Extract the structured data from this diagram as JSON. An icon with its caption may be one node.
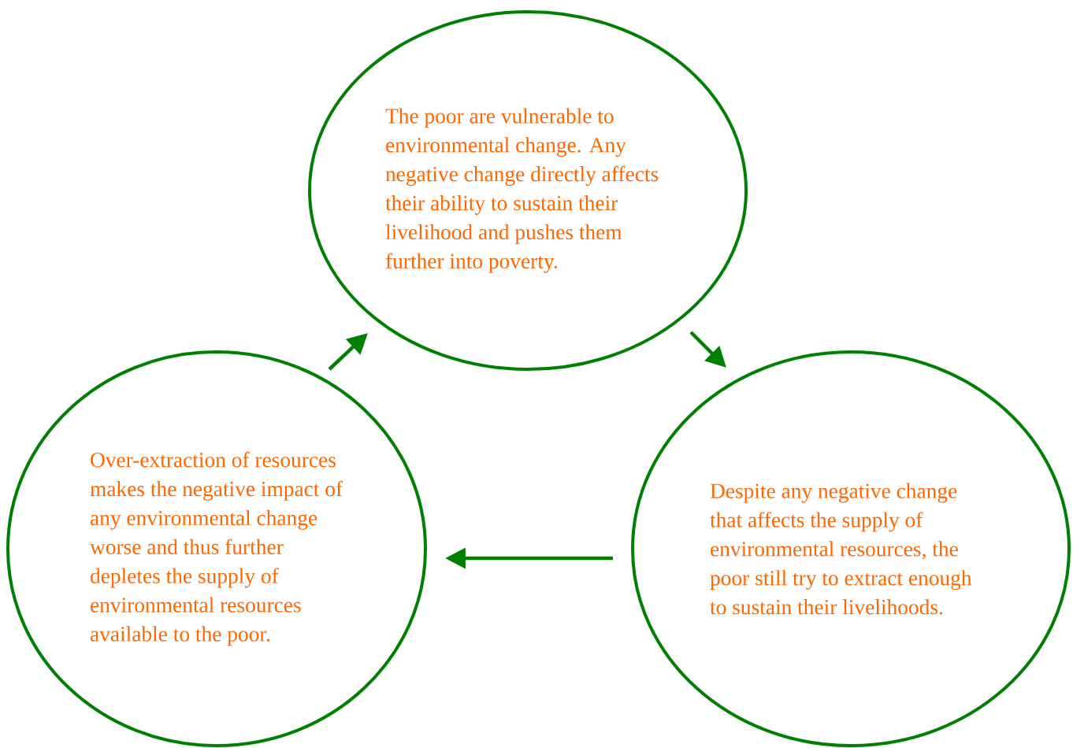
{
  "diagram": {
    "nodes": [
      {
        "text": [
          "The poor are vulnerable to environmental change. Any negative change directly affects their ability to sustain their livelihood and pushes them further into poverty."
        ]
      },
      {
        "text": [
          "Despite any negative change that affects the supply of environmental resources, the poor still try to extract enough to sustain their livelihoods."
        ]
      },
      {
        "text": [
          "Over-extraction of resources makes the negative impact of any environmental change worse and thus further depletes the supply of environmental resources available to the poor."
        ]
      }
    ],
    "edges": [
      {
        "from": 0,
        "to": 1,
        "arrow": "to"
      },
      {
        "from": 1,
        "to": 2,
        "arrow": "to"
      },
      {
        "from": 2,
        "to": 0,
        "arrow": "to"
      }
    ]
  }
}
